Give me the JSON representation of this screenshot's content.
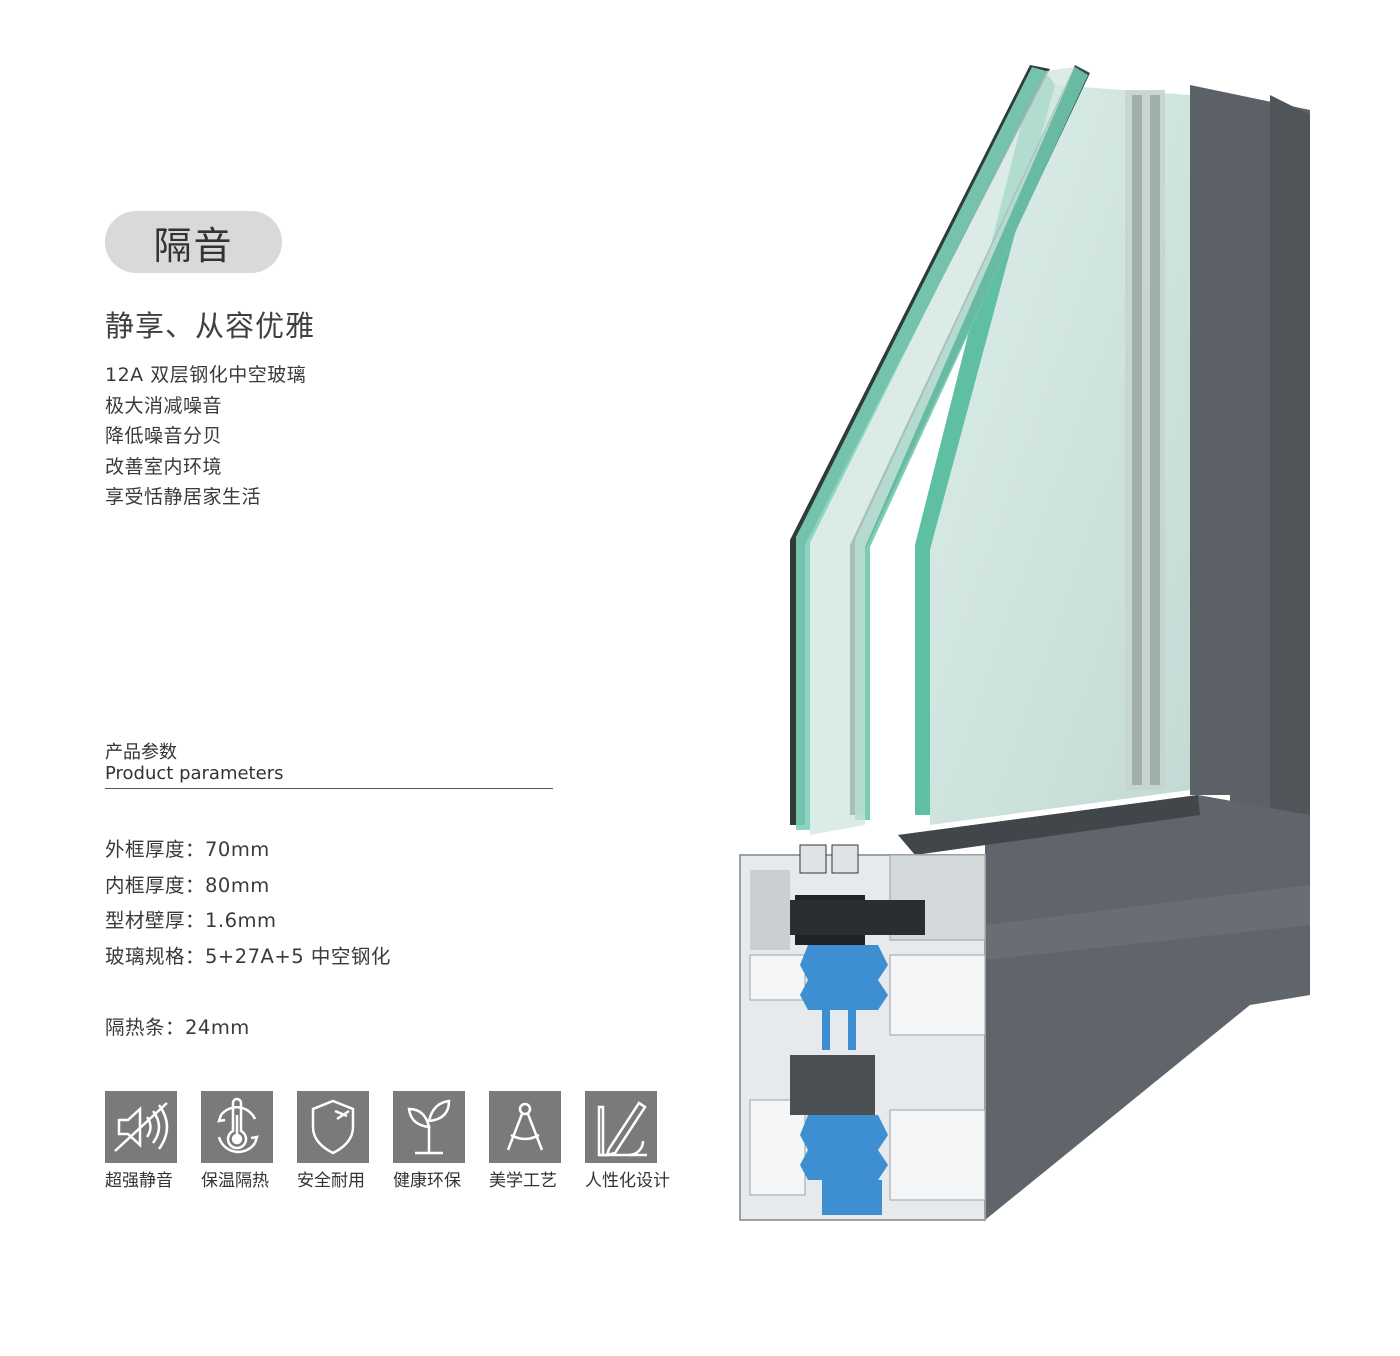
{
  "title": "隔音",
  "slogan": "静享、从容优雅",
  "features": [
    "12A 双层钢化中空玻璃",
    "极大消减噪音",
    "降低噪音分贝",
    "改善室内环境",
    "享受恬静居家生活"
  ],
  "params_header": {
    "cn": "产品参数",
    "en": "Product parameters"
  },
  "specs": [
    "外框厚度：70mm",
    "内框厚度：80mm",
    "型材壁厚：1.6mm",
    "玻璃规格：5+27A+5 中空钢化"
  ],
  "strip_spec": "隔热条：24mm",
  "icons": [
    {
      "name": "speaker-muted-icon",
      "label": "超强静音"
    },
    {
      "name": "thermometer-icon",
      "label": "保温隔热"
    },
    {
      "name": "shield-icon",
      "label": "安全耐用"
    },
    {
      "name": "leaf-icon",
      "label": "健康环保"
    },
    {
      "name": "compass-icon",
      "label": "美学工艺"
    },
    {
      "name": "pencil-ruler-icon",
      "label": "人性化设计"
    }
  ],
  "colors": {
    "frame": "#5b6166",
    "glass": "#a9c9c2",
    "glass_edge": "#5fbfa3",
    "thermal_break": "#3d8fd1",
    "profile_silver": "#d8dde0",
    "icon_bg": "#7a7a7a"
  }
}
